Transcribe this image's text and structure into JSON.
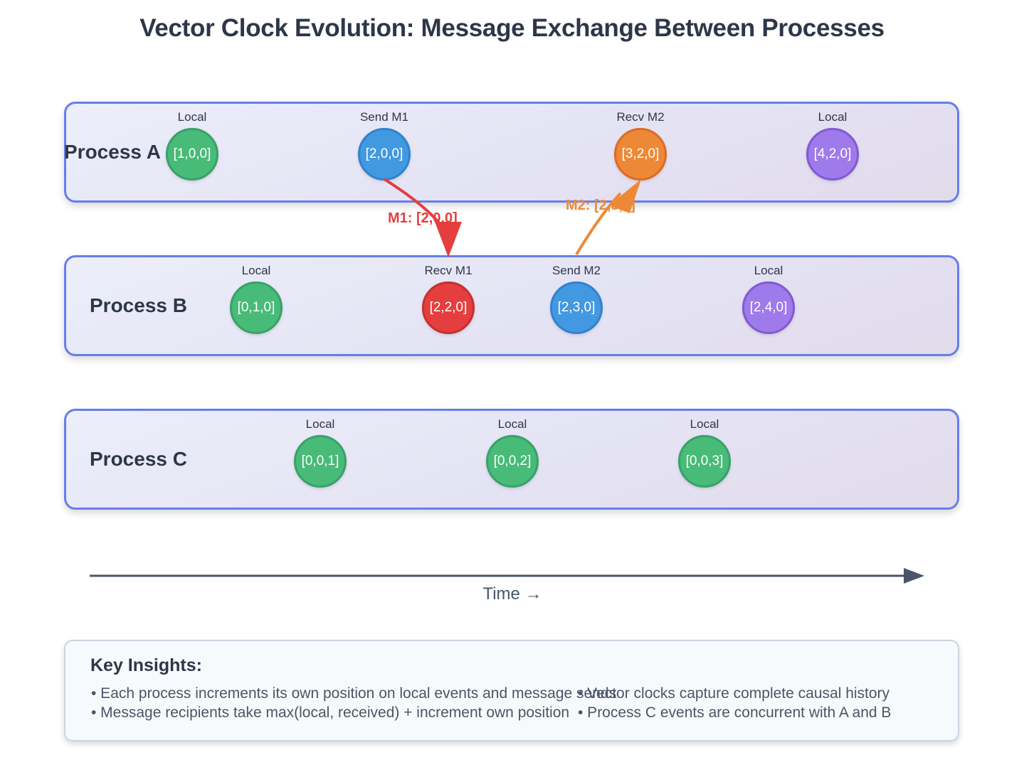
{
  "title": "Vector Clock Evolution: Message Exchange Between Processes",
  "processes": [
    {
      "name": "Process A",
      "events": [
        {
          "label": "Local",
          "clock": "[1,0,0]"
        },
        {
          "label": "Send M1",
          "clock": "[2,0,0]"
        },
        {
          "label": "Recv M2",
          "clock": "[3,2,0]"
        },
        {
          "label": "Local",
          "clock": "[4,2,0]"
        }
      ]
    },
    {
      "name": "Process B",
      "events": [
        {
          "label": "Local",
          "clock": "[0,1,0]"
        },
        {
          "label": "Recv M1",
          "clock": "[2,2,0]"
        },
        {
          "label": "Send M2",
          "clock": "[2,3,0]"
        },
        {
          "label": "Local",
          "clock": "[2,4,0]"
        }
      ]
    },
    {
      "name": "Process C",
      "events": [
        {
          "label": "Local",
          "clock": "[0,0,1]"
        },
        {
          "label": "Local",
          "clock": "[0,0,2]"
        },
        {
          "label": "Local",
          "clock": "[0,0,3]"
        }
      ]
    }
  ],
  "messages": [
    {
      "label": "M1: [2,0,0]",
      "color": "#e53e3e"
    },
    {
      "label": "M2: [2,3,0]",
      "color": "#ed8936"
    }
  ],
  "time_axis": {
    "label": "Time →"
  },
  "insights": {
    "title": "Key Insights:",
    "items": [
      "• Each process increments its own position on local events and message sends",
      "• Message recipients take max(local, received) + increment own position",
      "• Vector clocks capture complete causal history",
      "• Process C events are concurrent with A and B"
    ]
  },
  "colors": {
    "lane_border": "#667eea",
    "local": "#48bb78",
    "send": "#4299e1",
    "recv_a": "#ed8936",
    "recv_b": "#e53e3e",
    "final_local": "#9f7aea"
  }
}
